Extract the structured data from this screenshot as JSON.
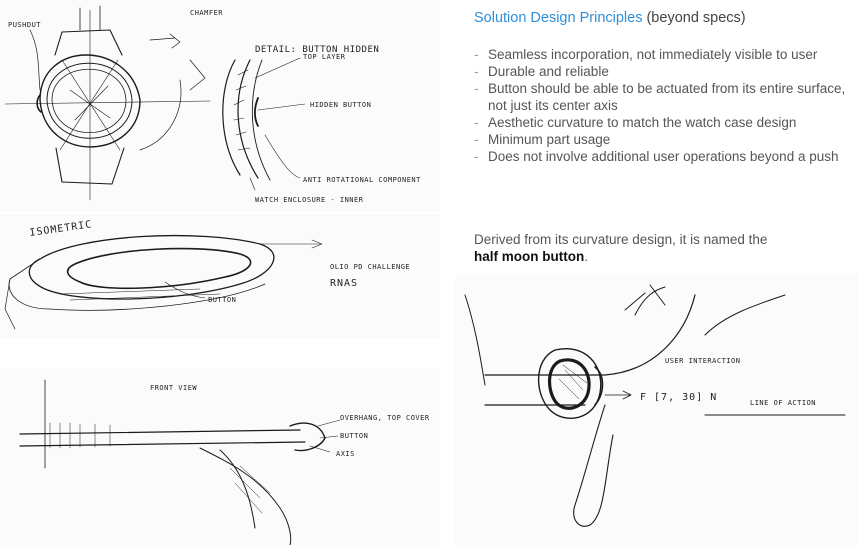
{
  "principles": {
    "heading_accent": "Solution Design Principles",
    "heading_rest": " (beyond specs)",
    "items": [
      "Seamless incorporation, not immediately visible to user",
      "Durable and reliable",
      "Button should be able to be actuated from its entire surface, not just its center axis",
      "Aesthetic curvature to match the watch case design",
      "Minimum part usage",
      "Does not involve additional user operations beyond a push"
    ],
    "accent_color": "#2f8fd8"
  },
  "derived": {
    "text": "Derived from its curvature design, it is named the",
    "highlight": "half moon button",
    "end": "."
  },
  "sketches": {
    "top_left": {
      "labels": [
        "PUSHDUT",
        "CHAMFER"
      ]
    },
    "detail": {
      "title": "DETAIL: BUTTON HIDDEN",
      "labels": [
        "TOP LAYER",
        "HIDDEN BUTTON",
        "ANTI ROTATIONAL COMPONENT",
        "WATCH ENCLOSURE - INNER"
      ]
    },
    "isometric": {
      "title": "ISOMETRIC",
      "labels": [
        "BUTTON",
        "OLIO PD CHALLENGE",
        "RNAS"
      ]
    },
    "front": {
      "title": "FRONT VIEW",
      "labels": [
        "OVERHANG, TOP COVER",
        "BUTTON",
        "AXIS"
      ]
    },
    "interaction": {
      "title": "USER INTERACTION",
      "force": "F  [7, 30] N",
      "action": "LINE OF ACTION"
    }
  }
}
